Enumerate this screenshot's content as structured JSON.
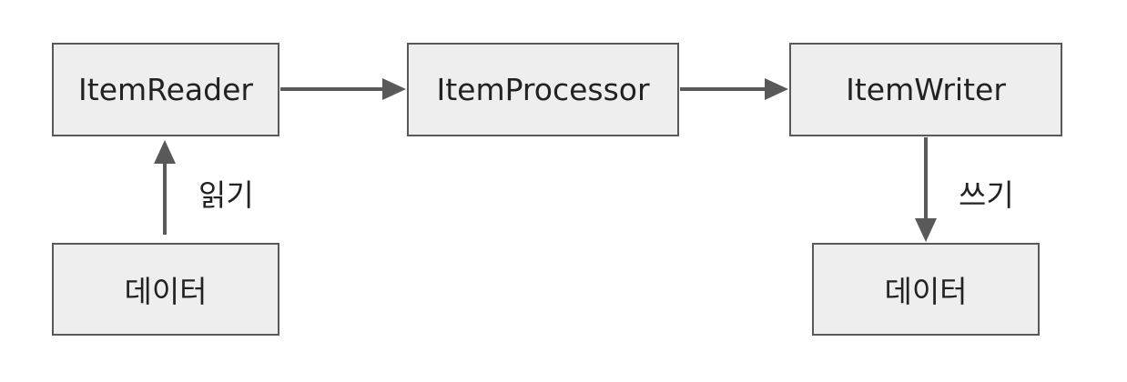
{
  "diagram": {
    "nodes": {
      "reader": "ItemReader",
      "processor": "ItemProcessor",
      "writer": "ItemWriter",
      "data_in": "데이터",
      "data_out": "데이터"
    },
    "edges": {
      "read_label": "읽기",
      "write_label": "쓰기"
    },
    "colors": {
      "node_fill": "#eeeeee",
      "node_border": "#595959",
      "arrow": "#595959",
      "text": "#222222"
    }
  }
}
